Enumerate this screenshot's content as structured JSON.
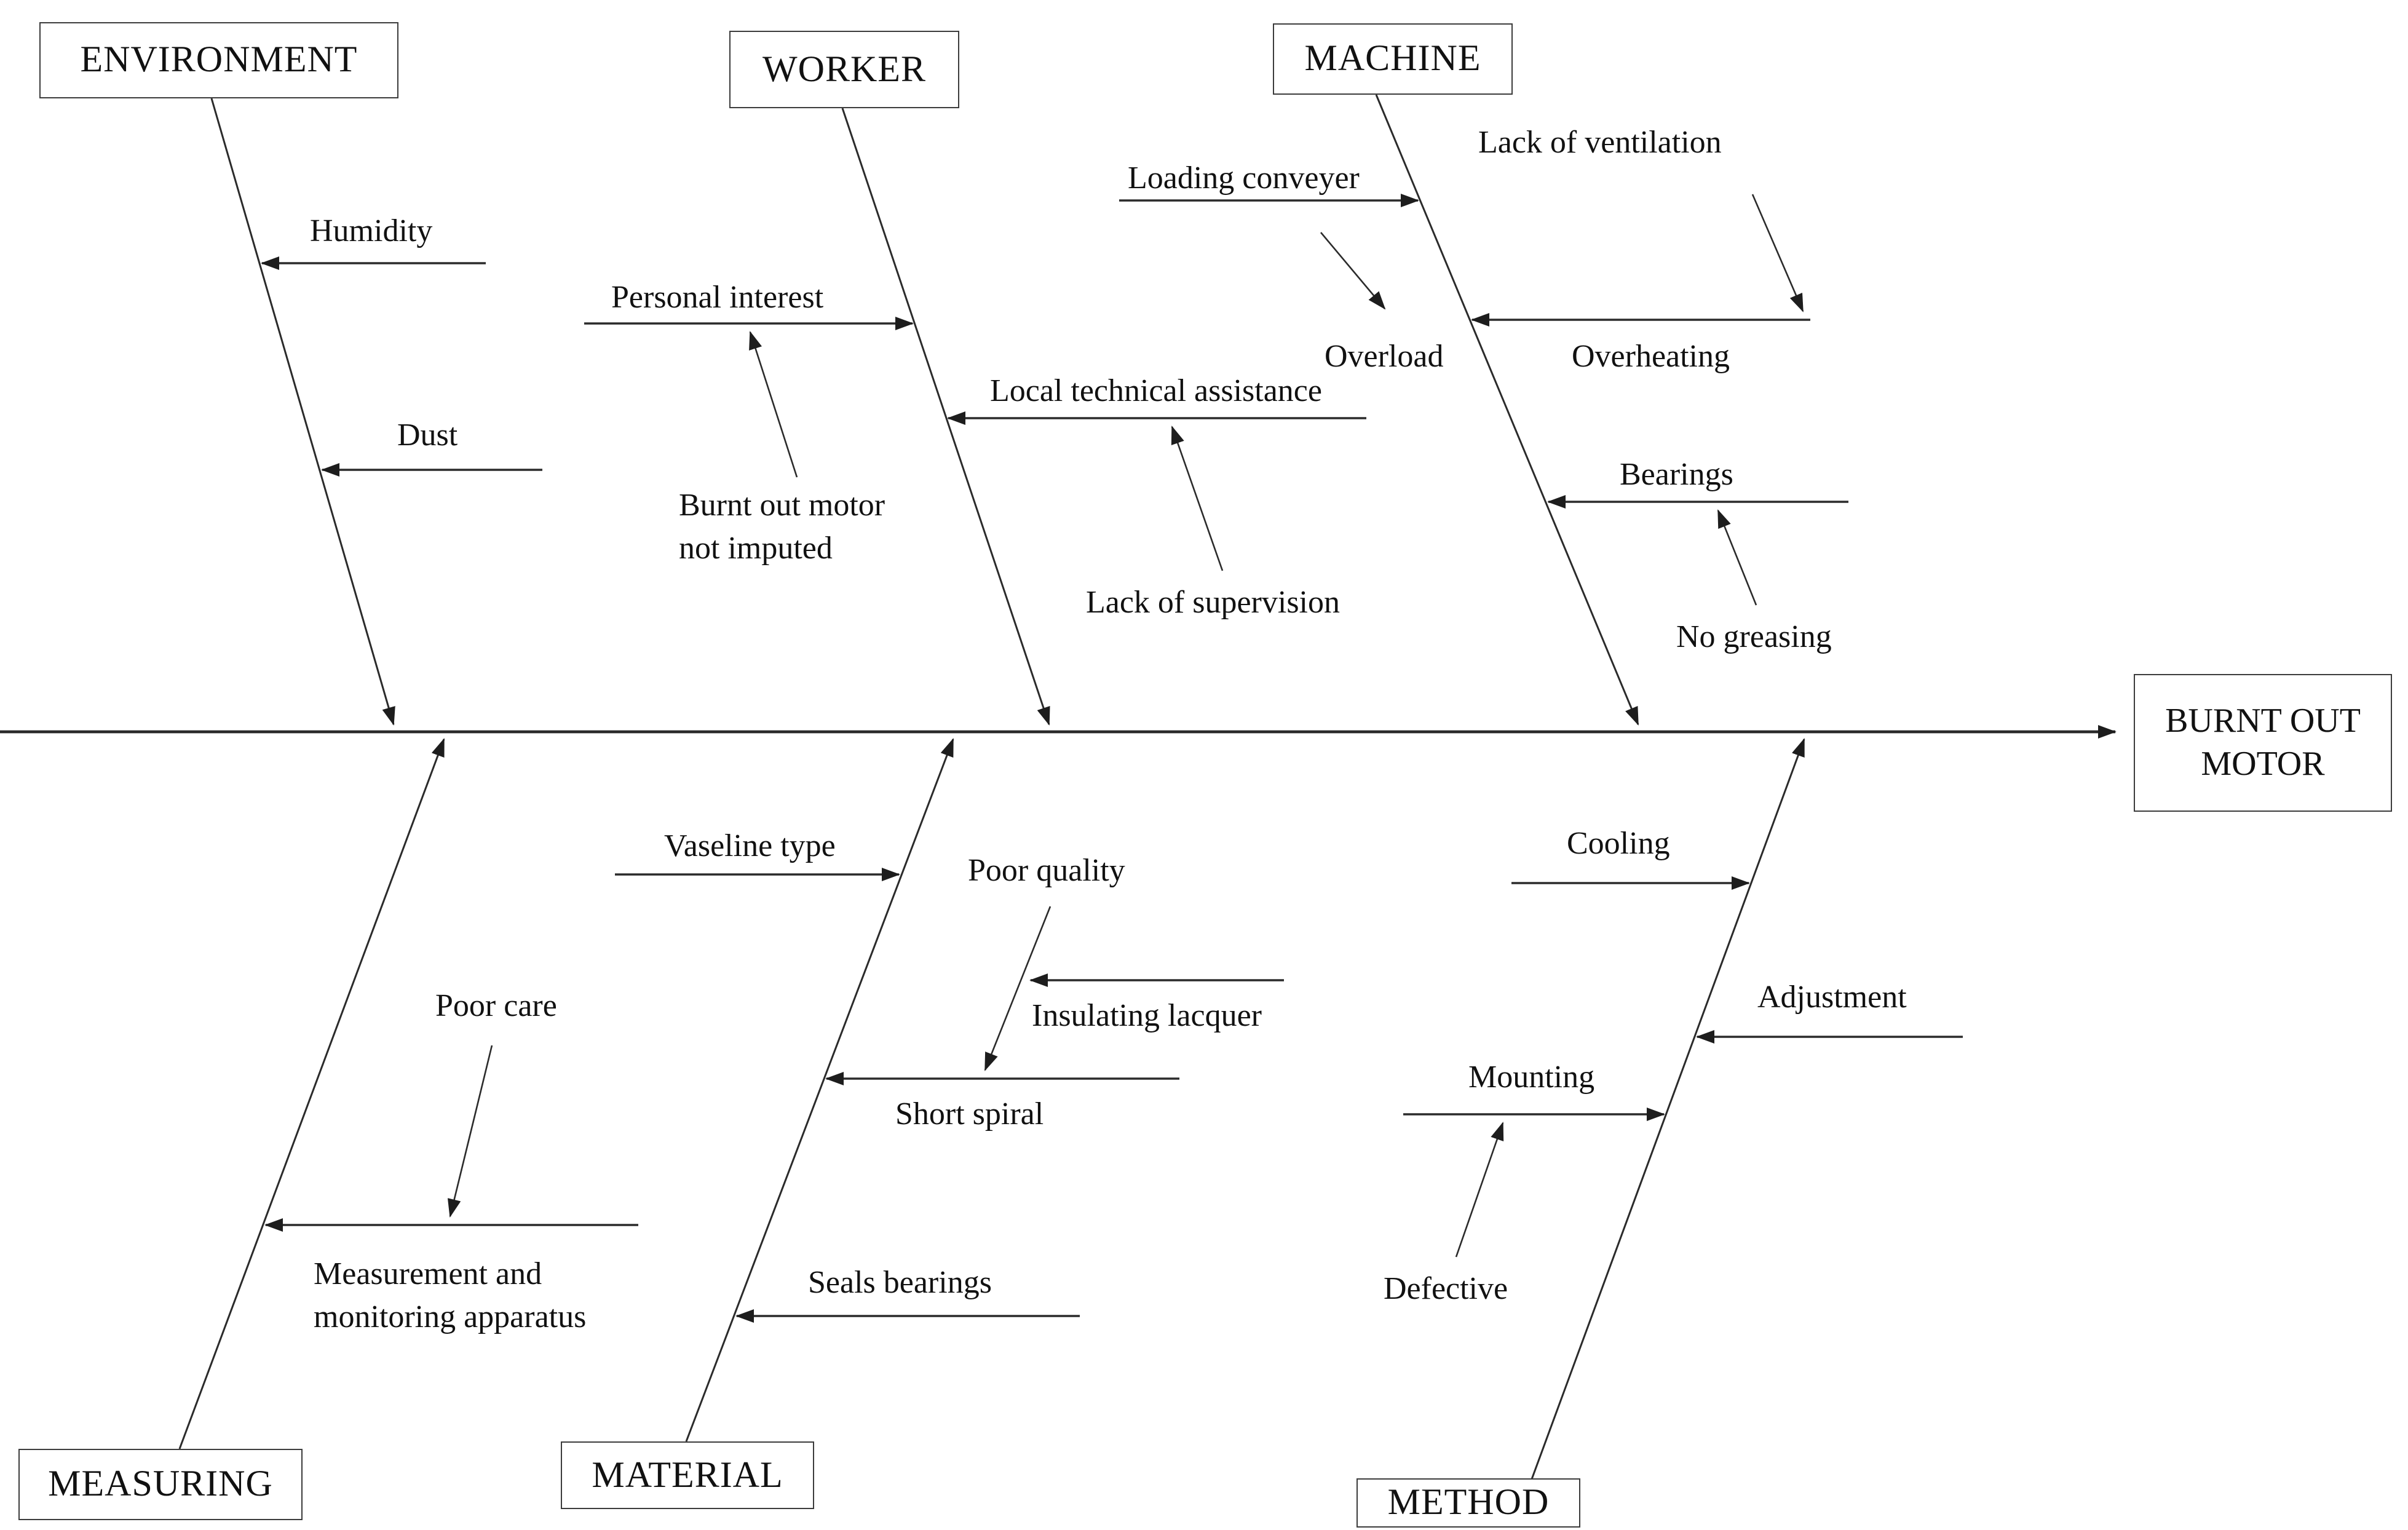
{
  "diagram_type": "fishbone-cause-effect",
  "effect": "BURNT OUT\nMOTOR",
  "boxes": {
    "environment": "ENVIRONMENT",
    "worker": "WORKER",
    "machine": "MACHINE",
    "measuring": "MEASURING",
    "material": "MATERIAL",
    "method": "METHOD"
  },
  "labels": {
    "humidity": "Humidity",
    "dust": "Dust",
    "personal_interest": "Personal interest",
    "burnt_out_motor_not_imputed": "Burnt out motor\nnot imputed",
    "local_technical_assistance": "Local technical assistance",
    "lack_of_supervision": "Lack of supervision",
    "loading_conveyer": "Loading conveyer",
    "overload": "Overload",
    "lack_of_ventilation": "Lack of ventilation",
    "overheating": "Overheating",
    "bearings": "Bearings",
    "no_greasing": "No greasing",
    "poor_care": "Poor care",
    "measurement_apparatus": "Measurement and\nmonitoring apparatus",
    "vaseline_type": "Vaseline type",
    "poor_quality": "Poor quality",
    "insulating_lacquer": "Insulating lacquer",
    "short_spiral": "Short spiral",
    "seals_bearings": "Seals bearings",
    "cooling": "Cooling",
    "adjustment": "Adjustment",
    "mounting": "Mounting",
    "defective": "Defective"
  },
  "colors": {
    "background": "#ffffff",
    "line": "#2b2b2b",
    "text": "#111111",
    "box_border": "#3c3c3c"
  }
}
